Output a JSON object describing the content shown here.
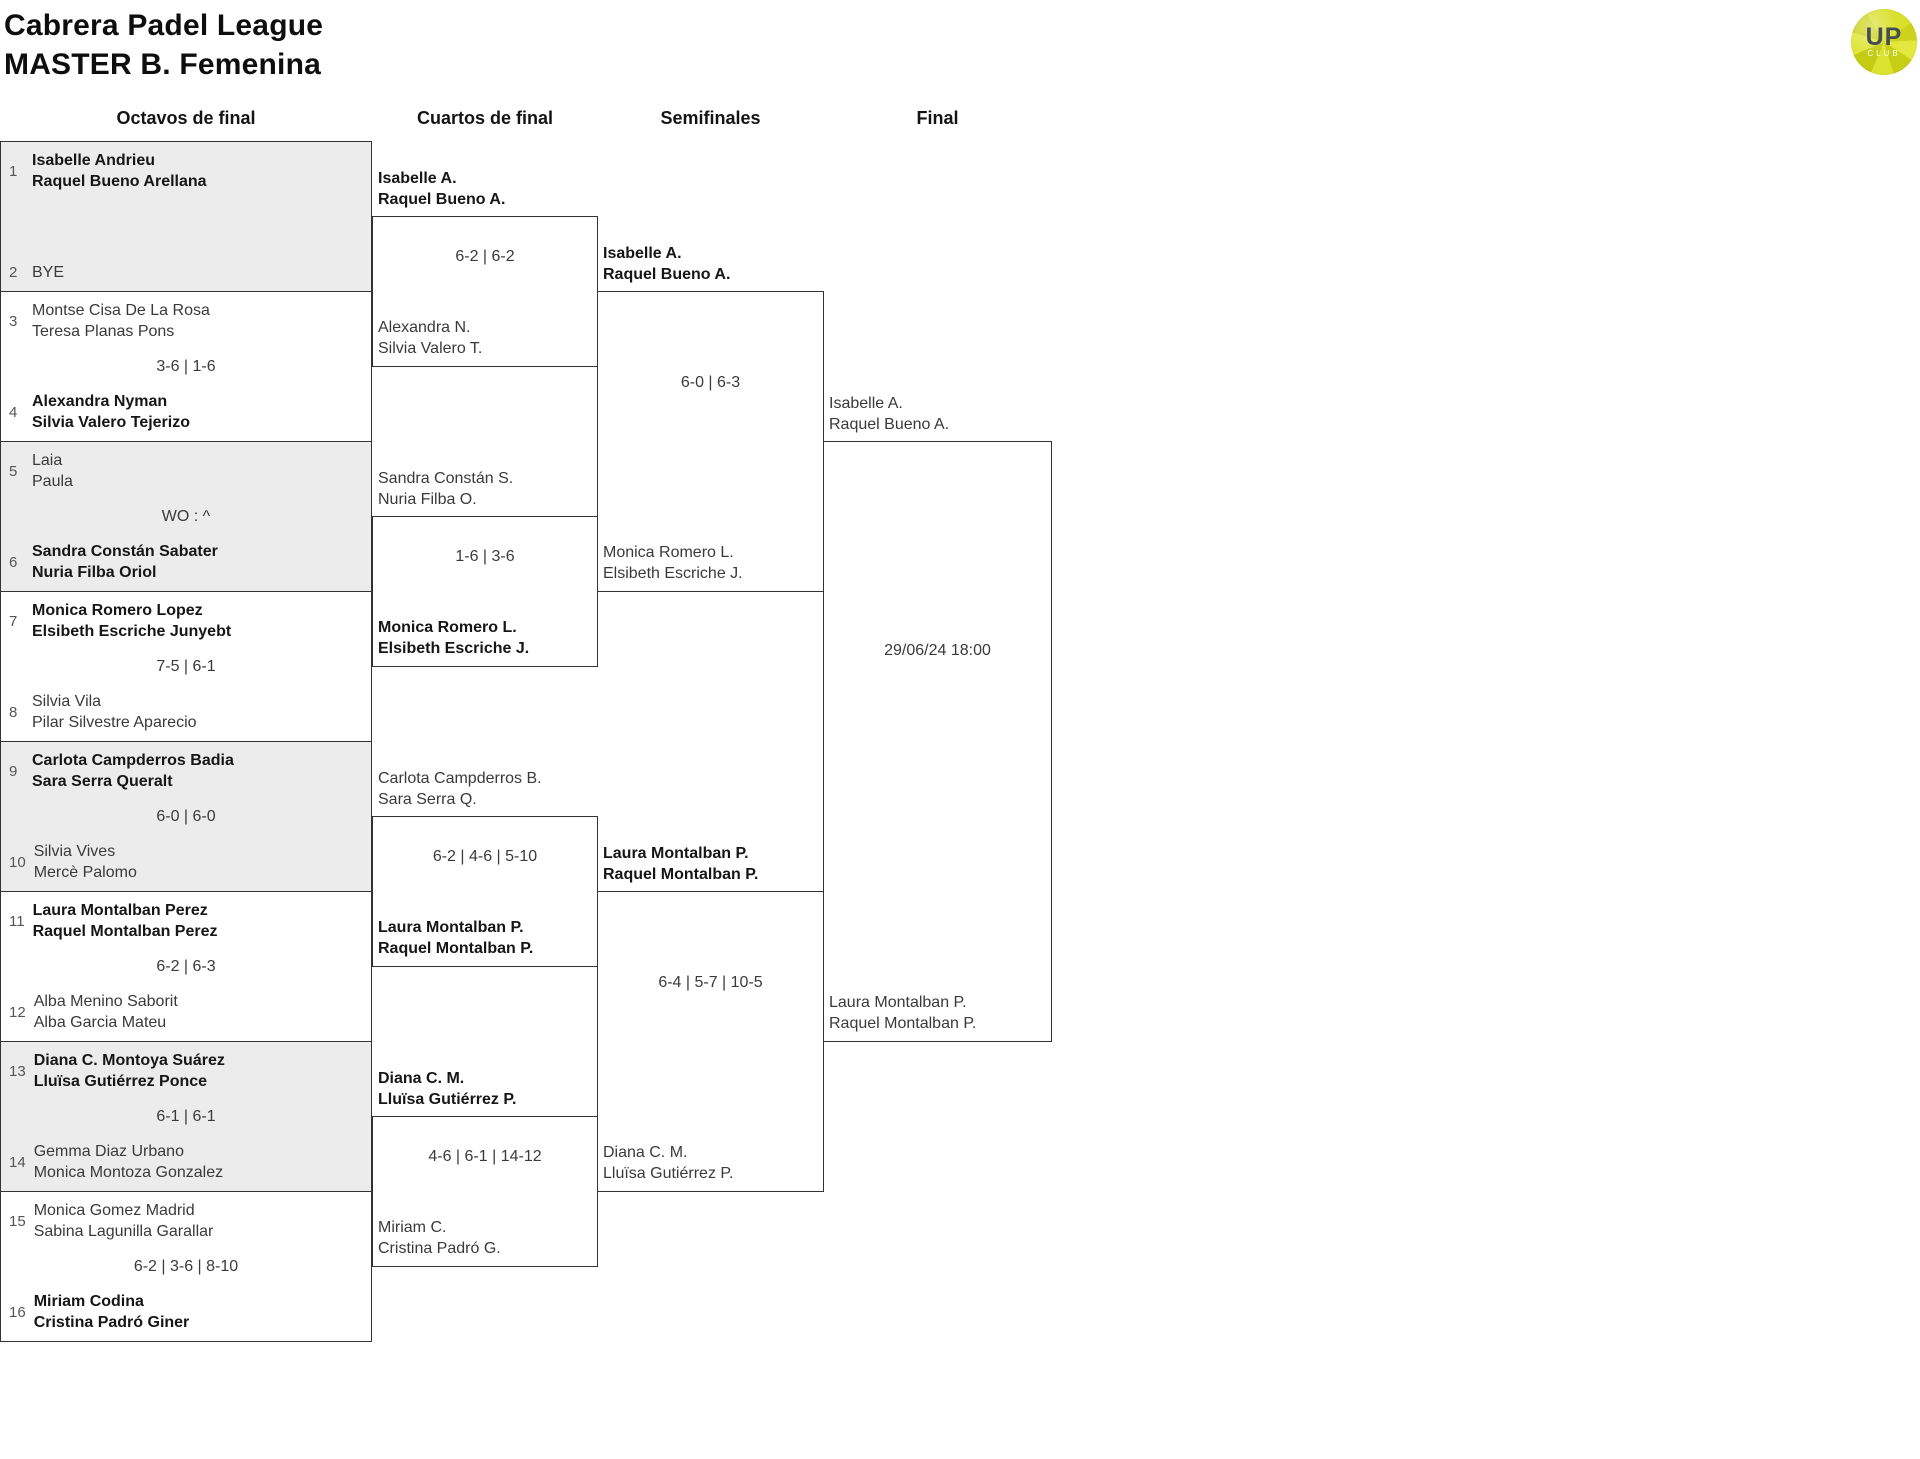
{
  "header": {
    "title": "Cabrera Padel League",
    "subtitle": "MASTER B. Femenina"
  },
  "logo": {
    "text": "UP",
    "subtext": "CLUB"
  },
  "rounds": [
    "Octavos de final",
    "Cuartos de final",
    "Semifinales",
    "Final"
  ],
  "colors": {
    "logo_yellow": "#d8df29",
    "box_gray": "#ececec",
    "border": "#333333"
  },
  "r16": [
    {
      "top": {
        "seed": "1",
        "line1": "Isabelle Andrieu",
        "line2": "Raquel Bueno Arellana",
        "winner": true
      },
      "score": "",
      "bottom": {
        "seed": "2",
        "line1": "BYE",
        "line2": "",
        "winner": false
      }
    },
    {
      "top": {
        "seed": "3",
        "line1": "Montse Cisa De La Rosa",
        "line2": "Teresa Planas Pons",
        "winner": false
      },
      "score": "3-6 | 1-6",
      "bottom": {
        "seed": "4",
        "line1": "Alexandra Nyman",
        "line2": "Silvia Valero Tejerizo",
        "winner": true
      }
    },
    {
      "top": {
        "seed": "5",
        "line1": "Laia",
        "line2": "Paula",
        "winner": false
      },
      "score": "WO : ^",
      "bottom": {
        "seed": "6",
        "line1": "Sandra Constán Sabater",
        "line2": "Nuria Filba Oriol",
        "winner": true
      }
    },
    {
      "top": {
        "seed": "7",
        "line1": "Monica Romero Lopez",
        "line2": "Elsibeth Escriche Junyebt",
        "winner": true
      },
      "score": "7-5 | 6-1",
      "bottom": {
        "seed": "8",
        "line1": "Silvia Vila",
        "line2": "Pilar Silvestre Aparecio",
        "winner": false
      }
    },
    {
      "top": {
        "seed": "9",
        "line1": "Carlota Campderros Badia",
        "line2": "Sara Serra Queralt",
        "winner": true
      },
      "score": "6-0 | 6-0",
      "bottom": {
        "seed": "10",
        "line1": "Silvia Vives",
        "line2": "Mercè Palomo",
        "winner": false
      }
    },
    {
      "top": {
        "seed": "11",
        "line1": "Laura Montalban Perez",
        "line2": "Raquel Montalban Perez",
        "winner": true
      },
      "score": "6-2 | 6-3",
      "bottom": {
        "seed": "12",
        "line1": "Alba Menino Saborit",
        "line2": "Alba Garcia Mateu",
        "winner": false
      }
    },
    {
      "top": {
        "seed": "13",
        "line1": "Diana C. Montoya Suárez",
        "line2": "Lluïsa Gutiérrez Ponce",
        "winner": true
      },
      "score": "6-1 | 6-1",
      "bottom": {
        "seed": "14",
        "line1": "Gemma Diaz Urbano",
        "line2": "Monica Montoza Gonzalez",
        "winner": false
      }
    },
    {
      "top": {
        "seed": "15",
        "line1": "Monica Gomez Madrid",
        "line2": "Sabina Lagunilla Garallar",
        "winner": false
      },
      "score": "6-2 | 3-6 | 8-10",
      "bottom": {
        "seed": "16",
        "line1": "Miriam Codina",
        "line2": "Cristina Padró Giner",
        "winner": true
      }
    }
  ],
  "qf": [
    {
      "top": {
        "line1": "Isabelle A.",
        "line2": "Raquel Bueno A.",
        "winner": true
      },
      "score": "6-2 | 6-2",
      "bottom": {
        "line1": "Alexandra N.",
        "line2": "Silvia Valero T.",
        "winner": false
      }
    },
    {
      "top": {
        "line1": "Sandra Constán S.",
        "line2": "Nuria Filba O.",
        "winner": false
      },
      "score": "1-6 | 3-6",
      "bottom": {
        "line1": "Monica Romero L.",
        "line2": "Elsibeth Escriche J.",
        "winner": true
      }
    },
    {
      "top": {
        "line1": "Carlota Campderros B.",
        "line2": "Sara Serra Q.",
        "winner": false
      },
      "score": "6-2 | 4-6 | 5-10",
      "bottom": {
        "line1": "Laura Montalban P.",
        "line2": "Raquel Montalban P.",
        "winner": true
      }
    },
    {
      "top": {
        "line1": "Diana C. M.",
        "line2": "Lluïsa Gutiérrez P.",
        "winner": true
      },
      "score": "4-6 | 6-1 | 14-12",
      "bottom": {
        "line1": "Miriam C.",
        "line2": "Cristina Padró G.",
        "winner": false
      }
    }
  ],
  "sf": [
    {
      "top": {
        "line1": "Isabelle A.",
        "line2": "Raquel Bueno A.",
        "winner": true
      },
      "score": "6-0 | 6-3",
      "bottom": {
        "line1": "Monica Romero L.",
        "line2": "Elsibeth Escriche J.",
        "winner": false
      }
    },
    {
      "top": {
        "line1": "Laura Montalban P.",
        "line2": "Raquel Montalban P.",
        "winner": true
      },
      "score": "6-4 | 5-7 | 10-5",
      "bottom": {
        "line1": "Diana C. M.",
        "line2": "Lluïsa Gutiérrez P.",
        "winner": false
      }
    }
  ],
  "final": {
    "top": {
      "line1": "Isabelle A.",
      "line2": "Raquel Bueno A.",
      "winner": false
    },
    "datetime": "29/06/24 18:00",
    "bottom": {
      "line1": "Laura Montalban P.",
      "line2": "Raquel Montalban P.",
      "winner": false
    }
  }
}
